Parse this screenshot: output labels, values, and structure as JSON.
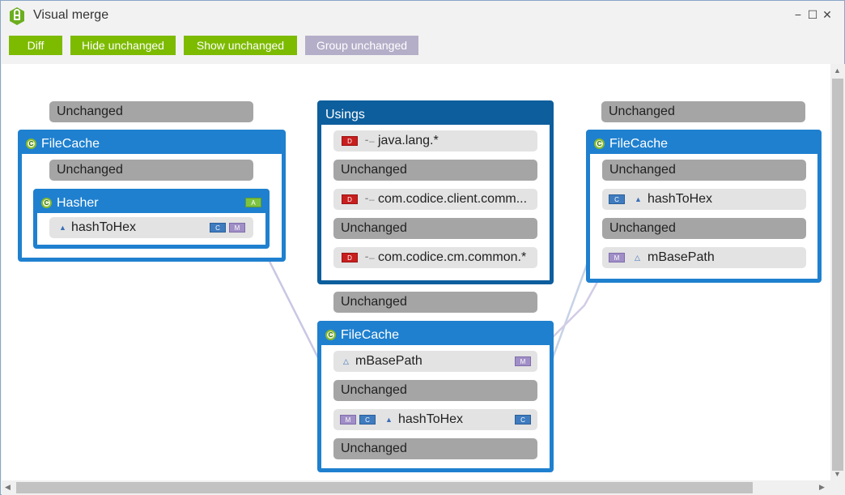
{
  "window": {
    "title": "Visual merge",
    "app_icon": "plastic-scm-icon",
    "controls": {
      "minimize": "−",
      "maximize": "☐",
      "close": "✕"
    }
  },
  "toolbar": {
    "diff": "Diff",
    "hide_unchanged": "Hide unchanged",
    "show_unchanged": "Show unchanged",
    "group_unchanged": "Group unchanged"
  },
  "colors": {
    "toolbar_green": "#7dbb00",
    "toolbar_purple": "#b5aec8",
    "class_box_blue": "#1f80cf",
    "usings_box_dark": "#0d5e9d",
    "unchanged_gray": "#a5a5a5",
    "item_gray": "#e3e3e3",
    "link_line": "#c9c7e3"
  },
  "left": {
    "unchanged_top": "Unchanged",
    "class_name": "FileCache",
    "class_icon": "C",
    "unchanged_inner": "Unchanged",
    "nested": {
      "name": "Hasher",
      "icon": "C",
      "tag": "A",
      "member": {
        "name": "hashToHex",
        "tags": [
          "C",
          "M"
        ]
      }
    }
  },
  "center": {
    "usings": {
      "title": "Usings",
      "items": [
        {
          "tag": "D",
          "text": "java.lang.*"
        },
        {
          "unchanged": "Unchanged"
        },
        {
          "tag": "D",
          "text": "com.codice.client.comm..."
        },
        {
          "unchanged": "Unchanged"
        },
        {
          "tag": "D",
          "text": "com.codice.cm.common.*"
        }
      ]
    },
    "unchanged_between": "Unchanged",
    "class": {
      "name": "FileCache",
      "icon": "C",
      "members": [
        {
          "name": "mBasePath",
          "right_tag": "M"
        },
        {
          "unchanged": "Unchanged"
        },
        {
          "name": "hashToHex",
          "left_tags": [
            "M",
            "C"
          ],
          "right_tag": "C"
        },
        {
          "unchanged": "Unchanged"
        }
      ]
    }
  },
  "right": {
    "unchanged_top": "Unchanged",
    "class_name": "FileCache",
    "class_icon": "C",
    "items": [
      {
        "unchanged": "Unchanged"
      },
      {
        "tag": "C",
        "name": "hashToHex"
      },
      {
        "unchanged": "Unchanged"
      },
      {
        "tag": "M",
        "name": "mBasePath"
      }
    ]
  }
}
